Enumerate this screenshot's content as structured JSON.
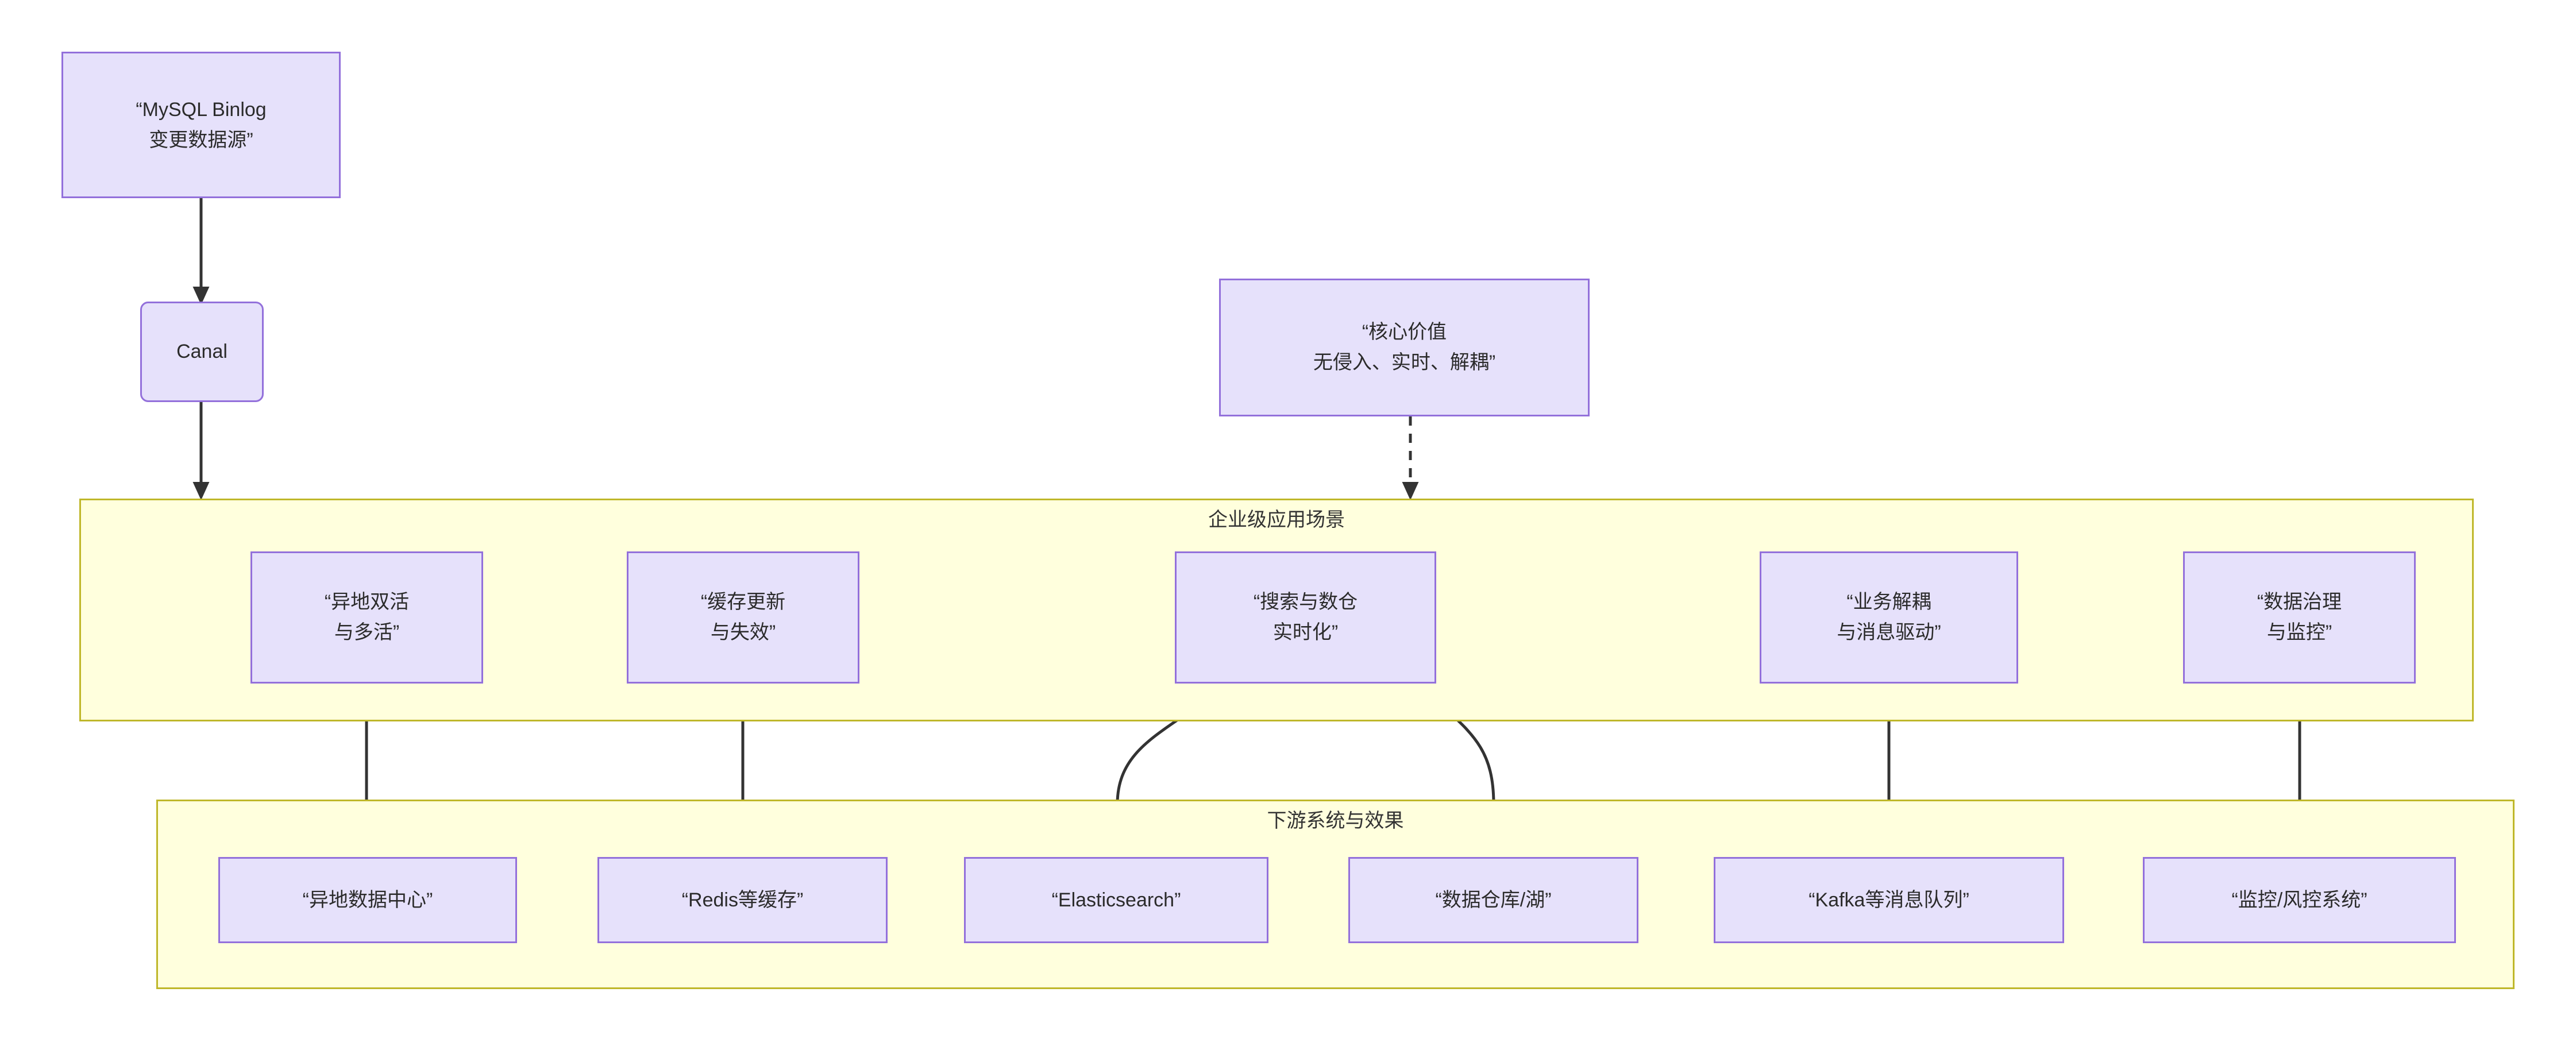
{
  "diagram": {
    "type": "flowchart",
    "orientation": "top-down",
    "theme": {
      "node_fill": "#e6e1fb",
      "node_border": "#9370db",
      "cluster_fill": "#ffffdd",
      "cluster_border": "#bfb72a",
      "edge_color": "#333333",
      "text_color": "#2b2b2b",
      "background": "#ffffff"
    }
  },
  "nodes": {
    "source": {
      "line1": "“MySQL Binlog",
      "line2": "变更数据源”"
    },
    "canal": {
      "line1": "Canal"
    },
    "core_value": {
      "line1": "“核心价值",
      "line2": "无侵入、实时、解耦”"
    },
    "scenario_1": {
      "line1": "“异地双活",
      "line2": "与多活”"
    },
    "scenario_2": {
      "line1": "“缓存更新",
      "line2": "与失效”"
    },
    "scenario_3": {
      "line1": "“搜索与数仓",
      "line2": "实时化”"
    },
    "scenario_4": {
      "line1": "“业务解耦",
      "line2": "与消息驱动”"
    },
    "scenario_5": {
      "line1": "“数据治理",
      "line2": "与监控”"
    },
    "downstream_1": {
      "line1": "“异地数据中心”"
    },
    "downstream_2": {
      "line1": "“Redis等缓存”"
    },
    "downstream_3": {
      "line1": "“Elasticsearch”"
    },
    "downstream_4": {
      "line1": "“数据仓库/湖”"
    },
    "downstream_5": {
      "line1": "“Kafka等消息队列”"
    },
    "downstream_6": {
      "line1": "“监控/风控系统”"
    }
  },
  "clusters": {
    "scenarios": {
      "title": "企业级应用场景"
    },
    "downstream": {
      "title": "下游系统与效果"
    }
  },
  "edges": [
    {
      "from": "source",
      "to": "canal",
      "style": "solid",
      "arrow": true
    },
    {
      "from": "canal",
      "to": "scenarios-cluster",
      "style": "solid",
      "arrow": true
    },
    {
      "from": "core_value",
      "to": "scenarios-cluster",
      "style": "dashed",
      "arrow": true
    },
    {
      "from": "scenario_1",
      "to": "downstream_1",
      "style": "solid",
      "arrow": true
    },
    {
      "from": "scenario_2",
      "to": "downstream_2",
      "style": "solid",
      "arrow": true
    },
    {
      "from": "scenario_3",
      "to": "downstream_3",
      "style": "solid",
      "arrow": true
    },
    {
      "from": "scenario_3",
      "to": "downstream_4",
      "style": "solid",
      "arrow": true
    },
    {
      "from": "scenario_4",
      "to": "downstream_5",
      "style": "solid",
      "arrow": true
    },
    {
      "from": "scenario_5",
      "to": "downstream_6",
      "style": "solid",
      "arrow": true
    }
  ]
}
